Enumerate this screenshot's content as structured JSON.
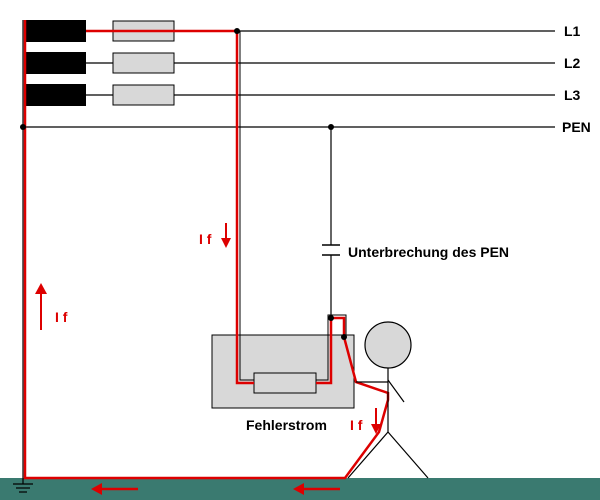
{
  "lines": {
    "l1": "L1",
    "l2": "L2",
    "l3": "L3",
    "pen": "PEN"
  },
  "labels": {
    "interruption": "Unterbrechung des PEN",
    "fault_current": "Fehlerstrom",
    "current_symbol": "I f"
  },
  "colors": {
    "wire": "#000000",
    "fault_path": "#dd0000",
    "fuse_fill": "#d8d8d8",
    "housing_fill": "#d8d8d8",
    "ground": "#3a7a70",
    "background": "#ffffff"
  },
  "icons": {
    "ground": "ground-symbol-icon",
    "person": "person-icon",
    "arrow_down": "arrow-down-icon",
    "arrow_up": "arrow-up-icon",
    "arrow_left": "arrow-left-icon"
  }
}
